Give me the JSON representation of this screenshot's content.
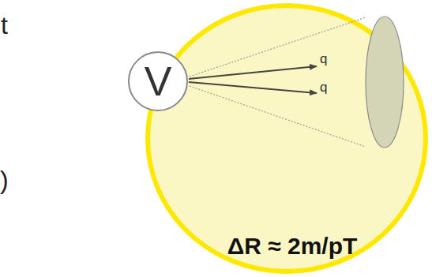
{
  "diagram": {
    "nodes": [
      {
        "text": [
          "ΔR ≈ 2m/pT"
        ]
      },
      {
        "text": [
          "V"
        ],
        "in": 0
      }
    ],
    "labels": [
      "t",
      ")",
      "q",
      "q"
    ]
  }
}
